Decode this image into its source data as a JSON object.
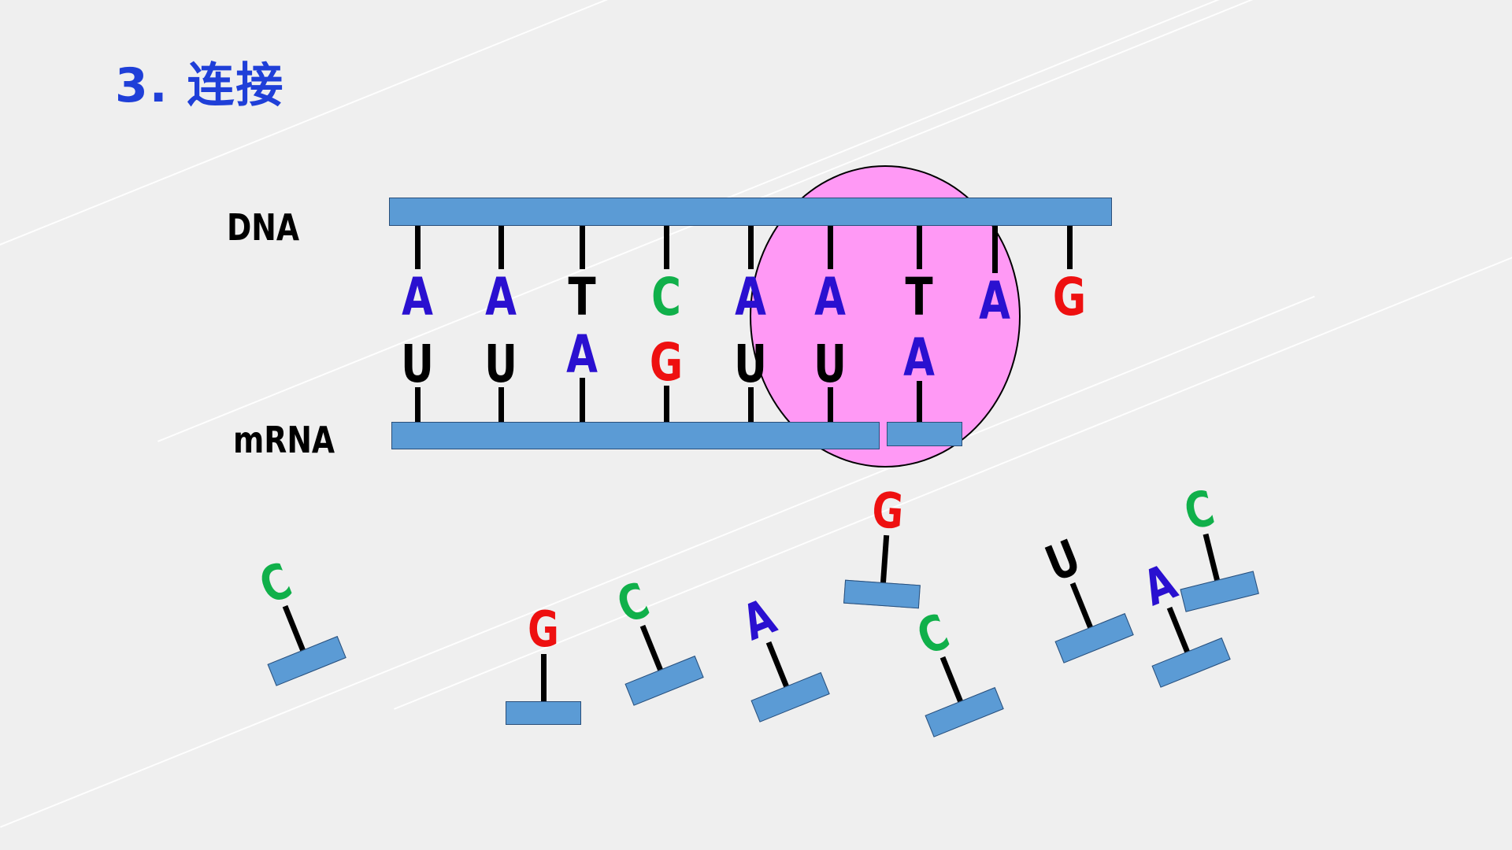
{
  "slide": {
    "title": "3. 连接",
    "dna_label": "DNA",
    "mrna_label": "mRNA"
  },
  "colors": {
    "A": "#2a10d0",
    "U": "#000000",
    "T": "#000000",
    "C": "#10b04a",
    "G": "#ee1010",
    "strand": "#5b9bd5",
    "ribosome": "#ff99f5",
    "title": "#1f3fd8"
  },
  "dna_bases": [
    "A",
    "A",
    "T",
    "C",
    "A",
    "A",
    "T",
    "A",
    "G"
  ],
  "mrna_bases": [
    "U",
    "U",
    "A",
    "G",
    "U",
    "U",
    "A"
  ],
  "free_nucleotides": [
    "C",
    "G",
    "C",
    "A",
    "G",
    "C",
    "U",
    "A",
    "C"
  ]
}
